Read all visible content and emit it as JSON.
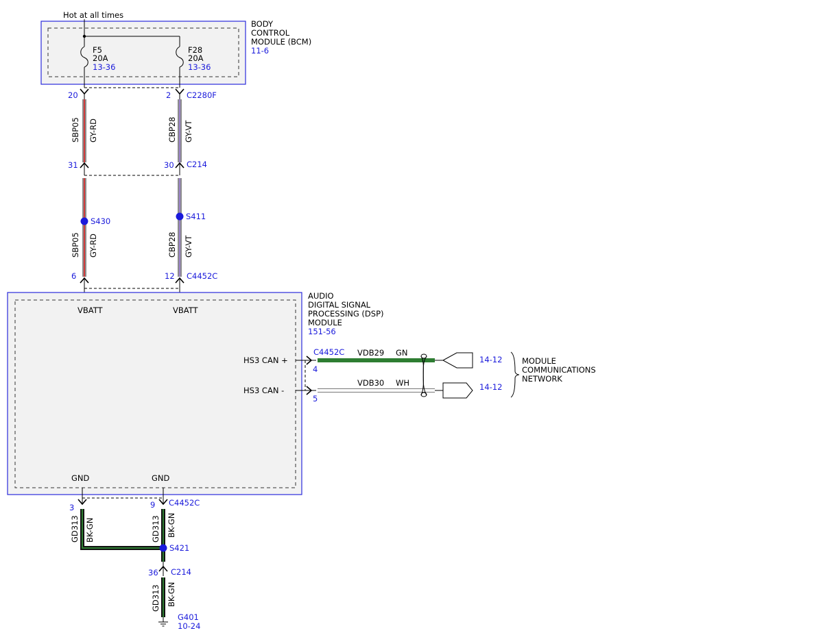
{
  "colors": {
    "reference": "#1a1adb",
    "module_fill": "#f2f2f2",
    "module_border": "#2a2adb",
    "gray_wire": "#8c8c8c",
    "red_tracer": "#d23a3a",
    "violet_tracer": "#9a82c8",
    "green_wire": "#2e7d32",
    "black_wire": "#111111"
  },
  "bcm": {
    "supply_label": "Hot at all times",
    "name_lines": [
      "BODY",
      "CONTROL",
      "MODULE (BCM)"
    ],
    "ref": "11-6",
    "fuses": [
      {
        "name": "F5",
        "rating": "20A",
        "ref": "13-36"
      },
      {
        "name": "F28",
        "rating": "20A",
        "ref": "13-36"
      }
    ],
    "connector": {
      "pin_left": "20",
      "pin_right": "2",
      "name": "C2280F"
    }
  },
  "wires": {
    "left_upper": {
      "circuit": "SBP05",
      "color": "GY-RD"
    },
    "right_upper": {
      "circuit": "CBP28",
      "color": "GY-VT"
    },
    "left_lower": {
      "circuit": "SBP05",
      "color": "GY-RD"
    },
    "right_lower": {
      "circuit": "CBP28",
      "color": "GY-VT"
    }
  },
  "inline_connector": {
    "pin_left": "31",
    "pin_right": "30",
    "name": "C214"
  },
  "splices": {
    "left": "S430",
    "right": "S411"
  },
  "dsp_connector_top": {
    "pin_left": "6",
    "pin_right": "12",
    "name": "C4452C"
  },
  "dsp": {
    "name_lines": [
      "AUDIO",
      "DIGITAL SIGNAL",
      "PROCESSING (DSP)",
      "MODULE"
    ],
    "ref": "151-56",
    "pin_vbatt_left": "VBATT",
    "pin_vbatt_right": "VBATT",
    "pin_can_plus": "HS3 CAN +",
    "pin_can_minus": "HS3 CAN -",
    "pin_gnd_left": "GND",
    "pin_gnd_right": "GND"
  },
  "can": {
    "connector": "C4452C",
    "plus": {
      "pin": "4",
      "circuit": "VDB29",
      "color": "GN",
      "ref": "14-12"
    },
    "minus": {
      "pin": "5",
      "circuit": "VDB30",
      "color": "WH",
      "ref": "14-12"
    },
    "network_lines": [
      "MODULE",
      "COMMUNICATIONS",
      "NETWORK"
    ]
  },
  "ground": {
    "connector": {
      "pin_left": "3",
      "pin_right": "9",
      "name": "C4452C"
    },
    "left_wire": {
      "circuit": "GD313",
      "color": "BK-GN"
    },
    "right_wire": {
      "circuit": "GD313",
      "color": "BK-GN"
    },
    "splice": "S421",
    "inline": {
      "pin": "36",
      "name": "C214"
    },
    "bottom_wire": {
      "circuit": "GD313",
      "color": "BK-GN"
    },
    "point": "G401",
    "point_ref": "10-24"
  }
}
